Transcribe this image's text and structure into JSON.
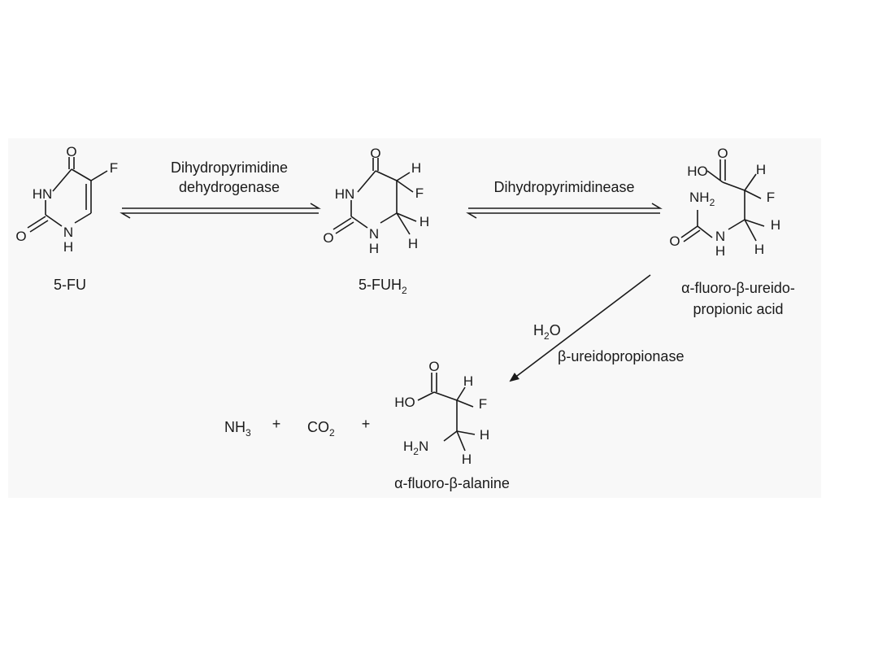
{
  "scheme": {
    "compounds": {
      "fu": {
        "name": "5-FU"
      },
      "fuh2": {
        "name_main": "5-FUH",
        "name_sub": "2"
      },
      "ureido": {
        "name_line1": "α-fluoro-β-ureido-",
        "name_line2": "propionic acid"
      },
      "alanine": {
        "name": "α-fluoro-β-alanine"
      }
    },
    "enzymes": {
      "dpd_line1": "Dihydropyrimidine",
      "dpd_line2": "dehydrogenase",
      "dhp": "Dihydropyrimidinease",
      "bup_cofactor_main": "H",
      "bup_cofactor_sub": "2",
      "bup_cofactor_end": "O",
      "bup": "β-ureidopropionase"
    },
    "byproducts": {
      "nh3_main": "NH",
      "nh3_sub": "3",
      "co2_main": "CO",
      "co2_sub": "2",
      "plus": "+"
    },
    "atoms": {
      "O": "O",
      "F": "F",
      "H": "H",
      "N": "N",
      "HN": "HN",
      "HO": "HO",
      "NH2_main": "NH",
      "H2N_main": "H",
      "H2N_end": "N",
      "two": "2"
    }
  }
}
